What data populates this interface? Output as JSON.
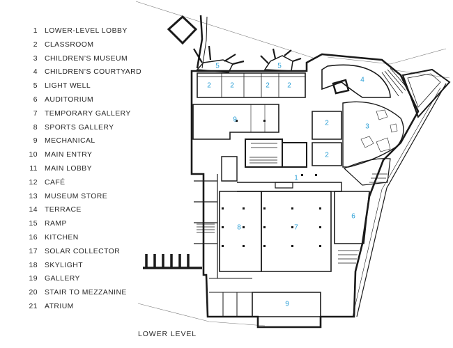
{
  "legend": [
    {
      "num": "1",
      "label": "LOWER-LEVEL LOBBY"
    },
    {
      "num": "2",
      "label": "CLASSROOM"
    },
    {
      "num": "3",
      "label": "CHILDREN’S MUSEUM"
    },
    {
      "num": "4",
      "label": "CHILDREN’S COURTYARD"
    },
    {
      "num": "5",
      "label": "LIGHT WELL"
    },
    {
      "num": "6",
      "label": "AUDITORIUM"
    },
    {
      "num": "7",
      "label": "TEMPORARY GALLERY"
    },
    {
      "num": "8",
      "label": "SPORTS GALLERY"
    },
    {
      "num": "9",
      "label": "MECHANICAL"
    },
    {
      "num": "10",
      "label": "MAIN ENTRY"
    },
    {
      "num": "11",
      "label": "MAIN LOBBY"
    },
    {
      "num": "12",
      "label": "CAFÉ"
    },
    {
      "num": "13",
      "label": "MUSEUM STORE"
    },
    {
      "num": "14",
      "label": "TERRACE"
    },
    {
      "num": "15",
      "label": "RAMP"
    },
    {
      "num": "16",
      "label": "KITCHEN"
    },
    {
      "num": "17",
      "label": "SOLAR COLLECTOR"
    },
    {
      "num": "18",
      "label": "SKYLIGHT"
    },
    {
      "num": "19",
      "label": "GALLERY"
    },
    {
      "num": "20",
      "label": "STAIR TO MEZZANINE"
    },
    {
      "num": "21",
      "label": "ATRIUM"
    }
  ],
  "room_labels": [
    "5",
    "5",
    "2",
    "2",
    "2",
    "2",
    "4",
    "9",
    "2",
    "3",
    "2",
    "1",
    "6",
    "8",
    "7",
    "9"
  ],
  "caption": "LOWER LEVEL",
  "colors": {
    "label_blue": "#2a9fd6",
    "wall": "#1a1a1a"
  }
}
